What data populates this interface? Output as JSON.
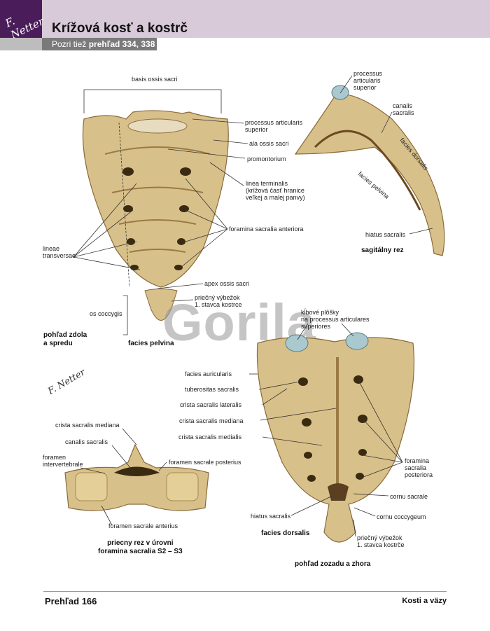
{
  "header": {
    "logo_text": "F. Netter",
    "title": "Krížová kosť a kostrč",
    "see_also_prefix": "Pozri tiež ",
    "see_also_bold": "prehľad 334, 338"
  },
  "watermark": "Gorila",
  "signature": "F. Netter",
  "colors": {
    "header": "#d9cad9",
    "logo": "#4a1c5a",
    "bone": "#d8c08a",
    "bone_dark": "#a8894e",
    "cartilage": "#a9c9cf"
  },
  "anterior_view": {
    "labels": {
      "basis": "basis ossis sacri",
      "proc_art": "processus articularis\nsuperior",
      "ala": "ala ossis sacri",
      "promontorium": "promontorium",
      "linea": "linea terminalis\n(krížová časť hranice\nveľkej a malej panvy)",
      "foramina_ant": "foramina sacralia anteriora",
      "lineae": "lineae\ntransversae",
      "apex": "apex ossis sacri",
      "os_coccygis": "os coccygis",
      "priecny": "priečný výbežok\n1. stavca kostrce"
    },
    "caption_left": "pohľad zdola\na spredu",
    "caption_center": "facies pelvina"
  },
  "sagittal_view": {
    "labels": {
      "proc_art": "processus\narticularis\nsuperior",
      "canalis": "canalis\nsacralis",
      "facies_dorsalis": "facies dorsalis",
      "facies_pelvina": "facies pelvina",
      "hiatus": "hiatus sacralis"
    },
    "caption": "sagitálny rez"
  },
  "posterior_view": {
    "labels": {
      "klbove": "kĺbové plôšky\nna processus articulares\nsuperiores",
      "facies_auricularis": "facies auricularis",
      "tuberositas": "tuberositas sacralis",
      "crista_lat": "crista sacralis lateralis",
      "crista_med": "crista sacralis mediana",
      "crista_medialis": "crista sacralis medialis",
      "foramina_post": "foramina\nsacralia\nposteriora",
      "cornu_sacrale": "cornu sacrale",
      "hiatus": "hiatus sacralis",
      "cornu_cocc": "cornu coccygeum",
      "priecny": "priečný výbežok\n1. stavca kostrče"
    },
    "caption_dorsalis": "facies dorsalis",
    "caption_view": "pohľad zozadu a zhora"
  },
  "cross_section": {
    "labels": {
      "crista_med": "crista sacralis mediana",
      "canalis": "canalis sacralis",
      "foramen_inter": "foramen\nintervertebrale",
      "foramen_post": "foramen sacrale posterius",
      "foramen_ant": "foramen sacrale anterius"
    },
    "caption": "priecny rez v úrovni\nforamina sacralia S2 – S3"
  },
  "footer": {
    "left": "Prehľad 166",
    "right": "Kosti a väzy"
  }
}
